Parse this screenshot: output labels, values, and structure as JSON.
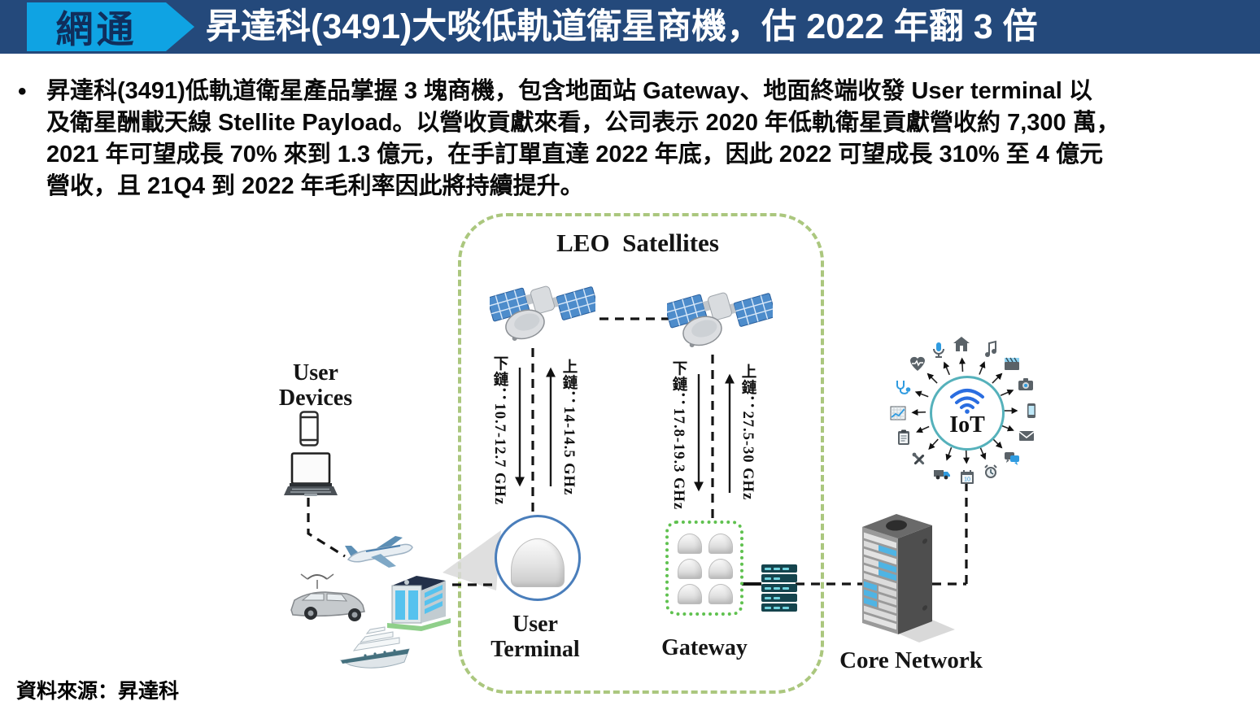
{
  "header": {
    "tag": "網通",
    "title": "昇達科(3491)大啖低軌道衛星商機，估 2022 年翻 3 倍",
    "tag_color": "#0FA3E3",
    "bar_color": "#24497B"
  },
  "body": {
    "bullet": "•",
    "lines": [
      "昇達科(3491)低軌道衛星產品掌握 3 塊商機，包含地面站 Gateway、地面終端收發 User terminal 以",
      "及衛星酬載天線 Stellite Payload。以營收貢獻來看，公司表示 2020 年低軌衛星貢獻營收約 7,300 萬，",
      "2021 年可望成長 70% 來到 1.3 億元，在手訂單直達 2022 年底，因此 2022 可望成長 310% 至 4 億元",
      "營收，且 21Q4 到 2022 年毛利率因此將持續提升。"
    ]
  },
  "diagram": {
    "leo_title": "LEO  Satellites",
    "satellite1": {
      "downlink": "下鏈：10.7-12.7 GHz",
      "uplink": "上鏈：14-14.5 GHz"
    },
    "satellite2": {
      "downlink": "下鏈：17.8-19.3 GHz",
      "uplink": "上鏈：27.5-30 GHz"
    },
    "user_devices_label": {
      "line1": "User",
      "line2": "Devices"
    },
    "user_terminal_label": {
      "line1": "User",
      "line2": "Terminal"
    },
    "gateway_label": "Gateway",
    "core_network_label": "Core Network",
    "iot_label": "IoT",
    "colors": {
      "leo_border_green": "#ABC77E",
      "gateway_border_green": "#5FC14F",
      "iot_border_teal": "#55B1BB",
      "wifi_blue": "#2A6DE0",
      "user_terminal_ring_blue": "#4A7EBB"
    },
    "iot_ring": [
      {
        "name": "home-icon",
        "angle": 357
      },
      {
        "name": "music-icon",
        "angle": 22
      },
      {
        "name": "clapperboard-icon",
        "angle": 45
      },
      {
        "name": "camera-icon",
        "angle": 67
      },
      {
        "name": "smartphone-icon",
        "angle": 90
      },
      {
        "name": "mail-icon",
        "angle": 112
      },
      {
        "name": "chat-icon",
        "angle": 135
      },
      {
        "name": "alarm-clock-icon",
        "angle": 157
      },
      {
        "name": "calendar-icon",
        "angle": 178
      },
      {
        "name": "truck-icon",
        "angle": 200
      },
      {
        "name": "tools-icon",
        "angle": 223
      },
      {
        "name": "clipboard-icon",
        "angle": 246
      },
      {
        "name": "chart-icon",
        "angle": 268
      },
      {
        "name": "stethoscope-icon",
        "angle": 291
      },
      {
        "name": "heart-rate-icon",
        "angle": 315
      },
      {
        "name": "microphone-icon",
        "angle": 337
      }
    ]
  },
  "footer": {
    "source": "資料來源：昇達科"
  }
}
